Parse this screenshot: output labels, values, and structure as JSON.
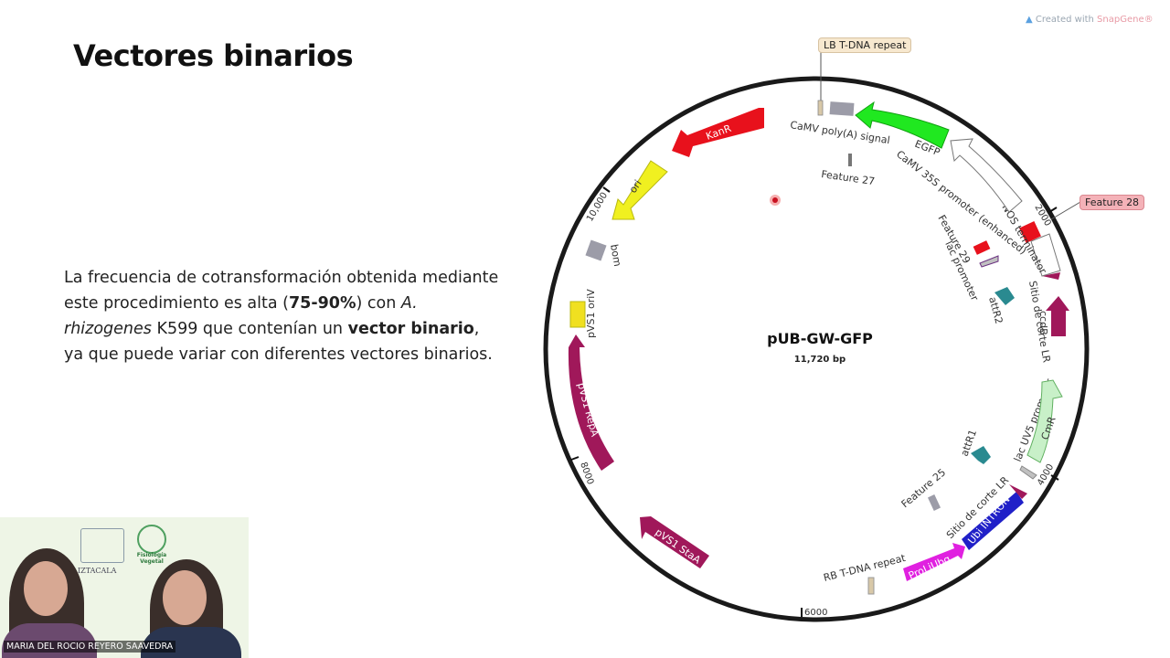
{
  "slide": {
    "title": "Vectores binarios",
    "body_parts": [
      "La frecuencia de cotransformación obtenida mediante este procedimiento es alta (",
      "75-90%",
      ") con ",
      "A. rhizogenes",
      " K599 que contenían un ",
      "vector binario",
      ", ya que puede variar con diferentes vectores binarios."
    ]
  },
  "credit": {
    "prefix": "Created with ",
    "brand": "SnapGene®"
  },
  "plasmid": {
    "name": "pUB-GW-GFP",
    "size_label": "11,720 bp",
    "tick_labels": [
      "2000",
      "4000",
      "6000",
      "8000",
      "10,000"
    ],
    "tagged_features": [
      "LB T-DNA repeat",
      "Feature 28"
    ],
    "features": [
      {
        "label": "KanR",
        "color": "#e8111c"
      },
      {
        "label": "ori",
        "color": "#f0f020"
      },
      {
        "label": "bom",
        "color": "#9c9ca8"
      },
      {
        "label": "pVS1 oriV",
        "color": "#f0e020"
      },
      {
        "label": "pVS1 RepA",
        "color": "#a0185a"
      },
      {
        "label": "pVS1 StaA",
        "color": "#a0185a"
      },
      {
        "label": "RB T-DNA repeat",
        "color": "#d8c8a8"
      },
      {
        "label": "ProLjUbq",
        "color": "#e020e0"
      },
      {
        "label": "Ubi INTRON",
        "color": "#2020c8"
      },
      {
        "label": "Sitio de corte LR",
        "color": "#a0185a"
      },
      {
        "label": "Feature 25",
        "color": "#9c9ca8"
      },
      {
        "label": "attR1",
        "color": "#2a8a90"
      },
      {
        "label": "lac UV5 promoter",
        "color": "#c0c0c0"
      },
      {
        "label": "CmR",
        "color": "#c8f0c8"
      },
      {
        "label": "ccdB",
        "color": "#a0185a"
      },
      {
        "label": "Sitio de corte LR",
        "color": "#a0185a"
      },
      {
        "label": "attR2",
        "color": "#2a8a90"
      },
      {
        "label": "lac promoter",
        "color": "#c0c0c0"
      },
      {
        "label": "Feature 29",
        "color": "#e8111c"
      },
      {
        "label": "NOS terminator",
        "color": "#ffffff"
      },
      {
        "label": "CaMV 35S promoter (enhanced)",
        "color": "#ffffff"
      },
      {
        "label": "EGFP",
        "color": "#20e820"
      },
      {
        "label": "CaMV poly(A) signal",
        "color": "#9c9ca8"
      },
      {
        "label": "Feature 27",
        "color": "#9c9ca8"
      }
    ]
  },
  "webcam": {
    "presenter_name": "MARIA DEL ROCIO REYERO SAAVEDRA",
    "logo_text": "IZTACALA",
    "logo2_text": "Fisiología Vegetal"
  }
}
